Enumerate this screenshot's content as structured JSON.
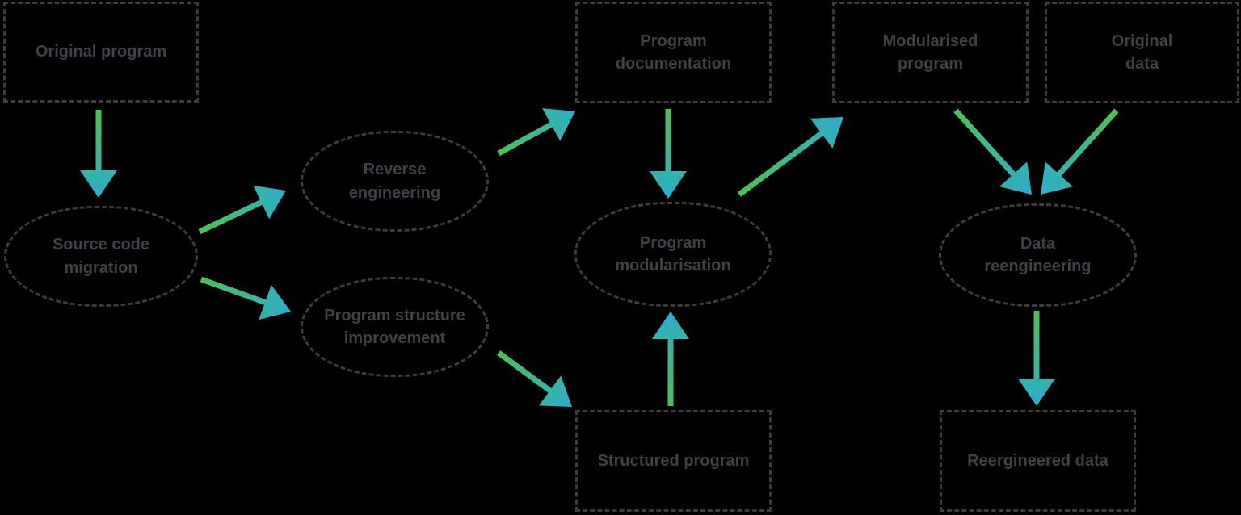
{
  "diagram": {
    "type": "flow-diagram",
    "background": "#000000"
  },
  "colors": {
    "arrow_gradient_start": "#4cc251",
    "arrow_gradient_end": "#2cadcf",
    "node_border": "#3d3d40",
    "node_text": "#3d4247"
  },
  "nodes": {
    "original_program": {
      "label": "Original program",
      "shape": "rectangle",
      "lines": [
        "Original program"
      ]
    },
    "program_documentation": {
      "label": "Program documentation",
      "shape": "rectangle",
      "lines": [
        "Program",
        "documentation"
      ]
    },
    "modularised_program": {
      "label": "Modularised program",
      "shape": "rectangle",
      "lines": [
        "Modularised",
        "program"
      ]
    },
    "original_data": {
      "label": "Original data",
      "shape": "rectangle",
      "lines": [
        "Original",
        "data"
      ]
    },
    "structured_program": {
      "label": "Structured program",
      "shape": "rectangle",
      "lines": [
        "Structured program"
      ]
    },
    "reergineered_data": {
      "label": "Reergineered data",
      "shape": "rectangle",
      "lines": [
        "Reergineered data"
      ]
    },
    "source_code_migration": {
      "label": "Source code migration",
      "shape": "rounded",
      "lines": [
        "Source code",
        "migration"
      ]
    },
    "reverse_engineering": {
      "label": "Reverse engineering",
      "shape": "rounded",
      "lines": [
        "Reverse",
        "engineering"
      ]
    },
    "program_structure_improvement": {
      "label": "Program structure improvement",
      "shape": "rounded",
      "lines": [
        "Program structure",
        "improvement"
      ]
    },
    "program_modularisation": {
      "label": "Program modularisation",
      "shape": "rounded",
      "lines": [
        "Program",
        "modularisation"
      ]
    },
    "data_reengineering": {
      "label": "Data reengineering",
      "shape": "rounded",
      "lines": [
        "Data",
        "reengineering"
      ]
    }
  },
  "edges": [
    {
      "id": "original-program--source-code-migration",
      "from": "Original program",
      "to": "Source code migration"
    },
    {
      "id": "source-code-migration--reverse-engineering",
      "from": "Source code migration",
      "to": "Reverse engineering"
    },
    {
      "id": "source-code-migration--program-structure-improvement",
      "from": "Source code migration",
      "to": "Program structure improvement"
    },
    {
      "id": "reverse-engineering--program-documentation",
      "from": "Reverse engineering",
      "to": "Program documentation"
    },
    {
      "id": "program-documentation--program-modularisation",
      "from": "Program documentation",
      "to": "Program modularisation"
    },
    {
      "id": "program-modularisation--modularised-program",
      "from": "Program modularisation",
      "to": "Modularised program"
    },
    {
      "id": "program-structure-improvement--structured-program",
      "from": "Program structure improvement",
      "to": "Structured program"
    },
    {
      "id": "structured-program--program-modularisation",
      "from": "Structured program",
      "to": "Program modularisation"
    },
    {
      "id": "modularised-program--data-reengineering",
      "from": "Modularised program",
      "to": "Data reengineering"
    },
    {
      "id": "original-data--data-reengineering",
      "from": "Original data",
      "to": "Data reengineering"
    },
    {
      "id": "data-reengineering--reergineered-data",
      "from": "Data reengineering",
      "to": "Reergineered data"
    }
  ]
}
